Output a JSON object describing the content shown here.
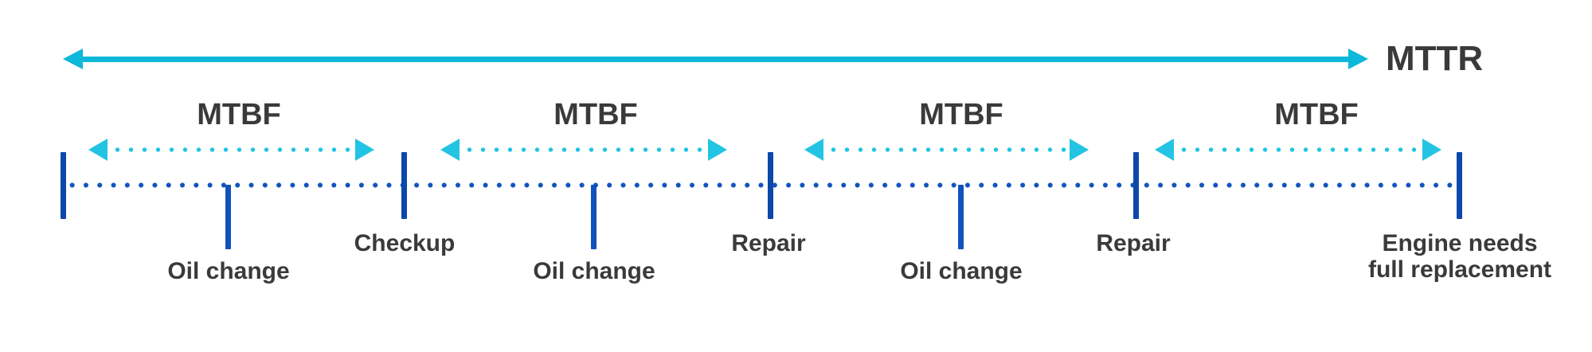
{
  "diagram": {
    "top_metric": {
      "label": "MTTR"
    },
    "interval_labels": [
      {
        "label": "MTBF"
      },
      {
        "label": "MTBF"
      },
      {
        "label": "MTBF"
      },
      {
        "label": "MTBF"
      }
    ],
    "events": [
      {
        "label": "Oil change"
      },
      {
        "label": "Checkup"
      },
      {
        "label": "Oil change"
      },
      {
        "label": "Repair"
      },
      {
        "label": "Oil change"
      },
      {
        "label": "Repair"
      },
      {
        "label": "Engine needs full replacement"
      }
    ],
    "colors": {
      "cyan_solid": "#0eb8da",
      "cyan_dotted": "#23c4e3",
      "blue_tick": "#0c48aa",
      "blue_dots": "#1254be",
      "text": "#3a3a3a"
    }
  }
}
